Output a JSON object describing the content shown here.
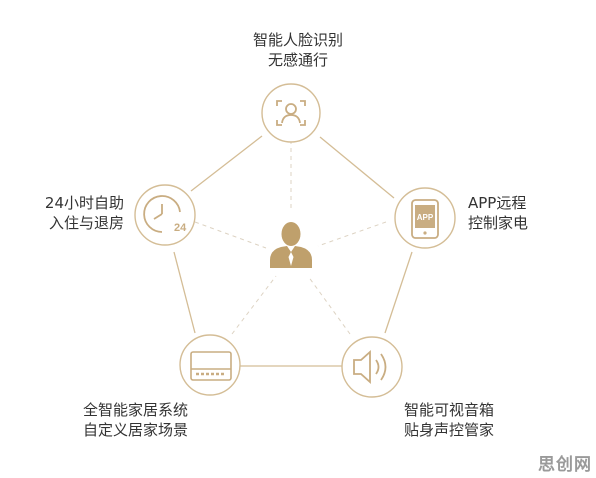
{
  "diagram": {
    "accent_color": "#c9ad82",
    "nodes": {
      "top": {
        "lines": [
          "智能人脸识别",
          "无感通行"
        ],
        "icon": "face-recognition-icon"
      },
      "left": {
        "lines": [
          "24小时自助",
          "入住与退房"
        ],
        "icon": "clock-24-icon",
        "icon_text": "24"
      },
      "right": {
        "lines": [
          "APP远程",
          "控制家电"
        ],
        "icon": "phone-app-icon",
        "icon_text": "APP"
      },
      "bottom_left": {
        "lines": [
          "全智能家居系统",
          "自定义居家场景"
        ],
        "icon": "control-panel-icon"
      },
      "bottom_right": {
        "lines": [
          "智能可视音箱",
          "贴身声控管家"
        ],
        "icon": "speaker-icon"
      }
    },
    "center": {
      "icon": "person-icon"
    }
  },
  "watermark": "思创网"
}
